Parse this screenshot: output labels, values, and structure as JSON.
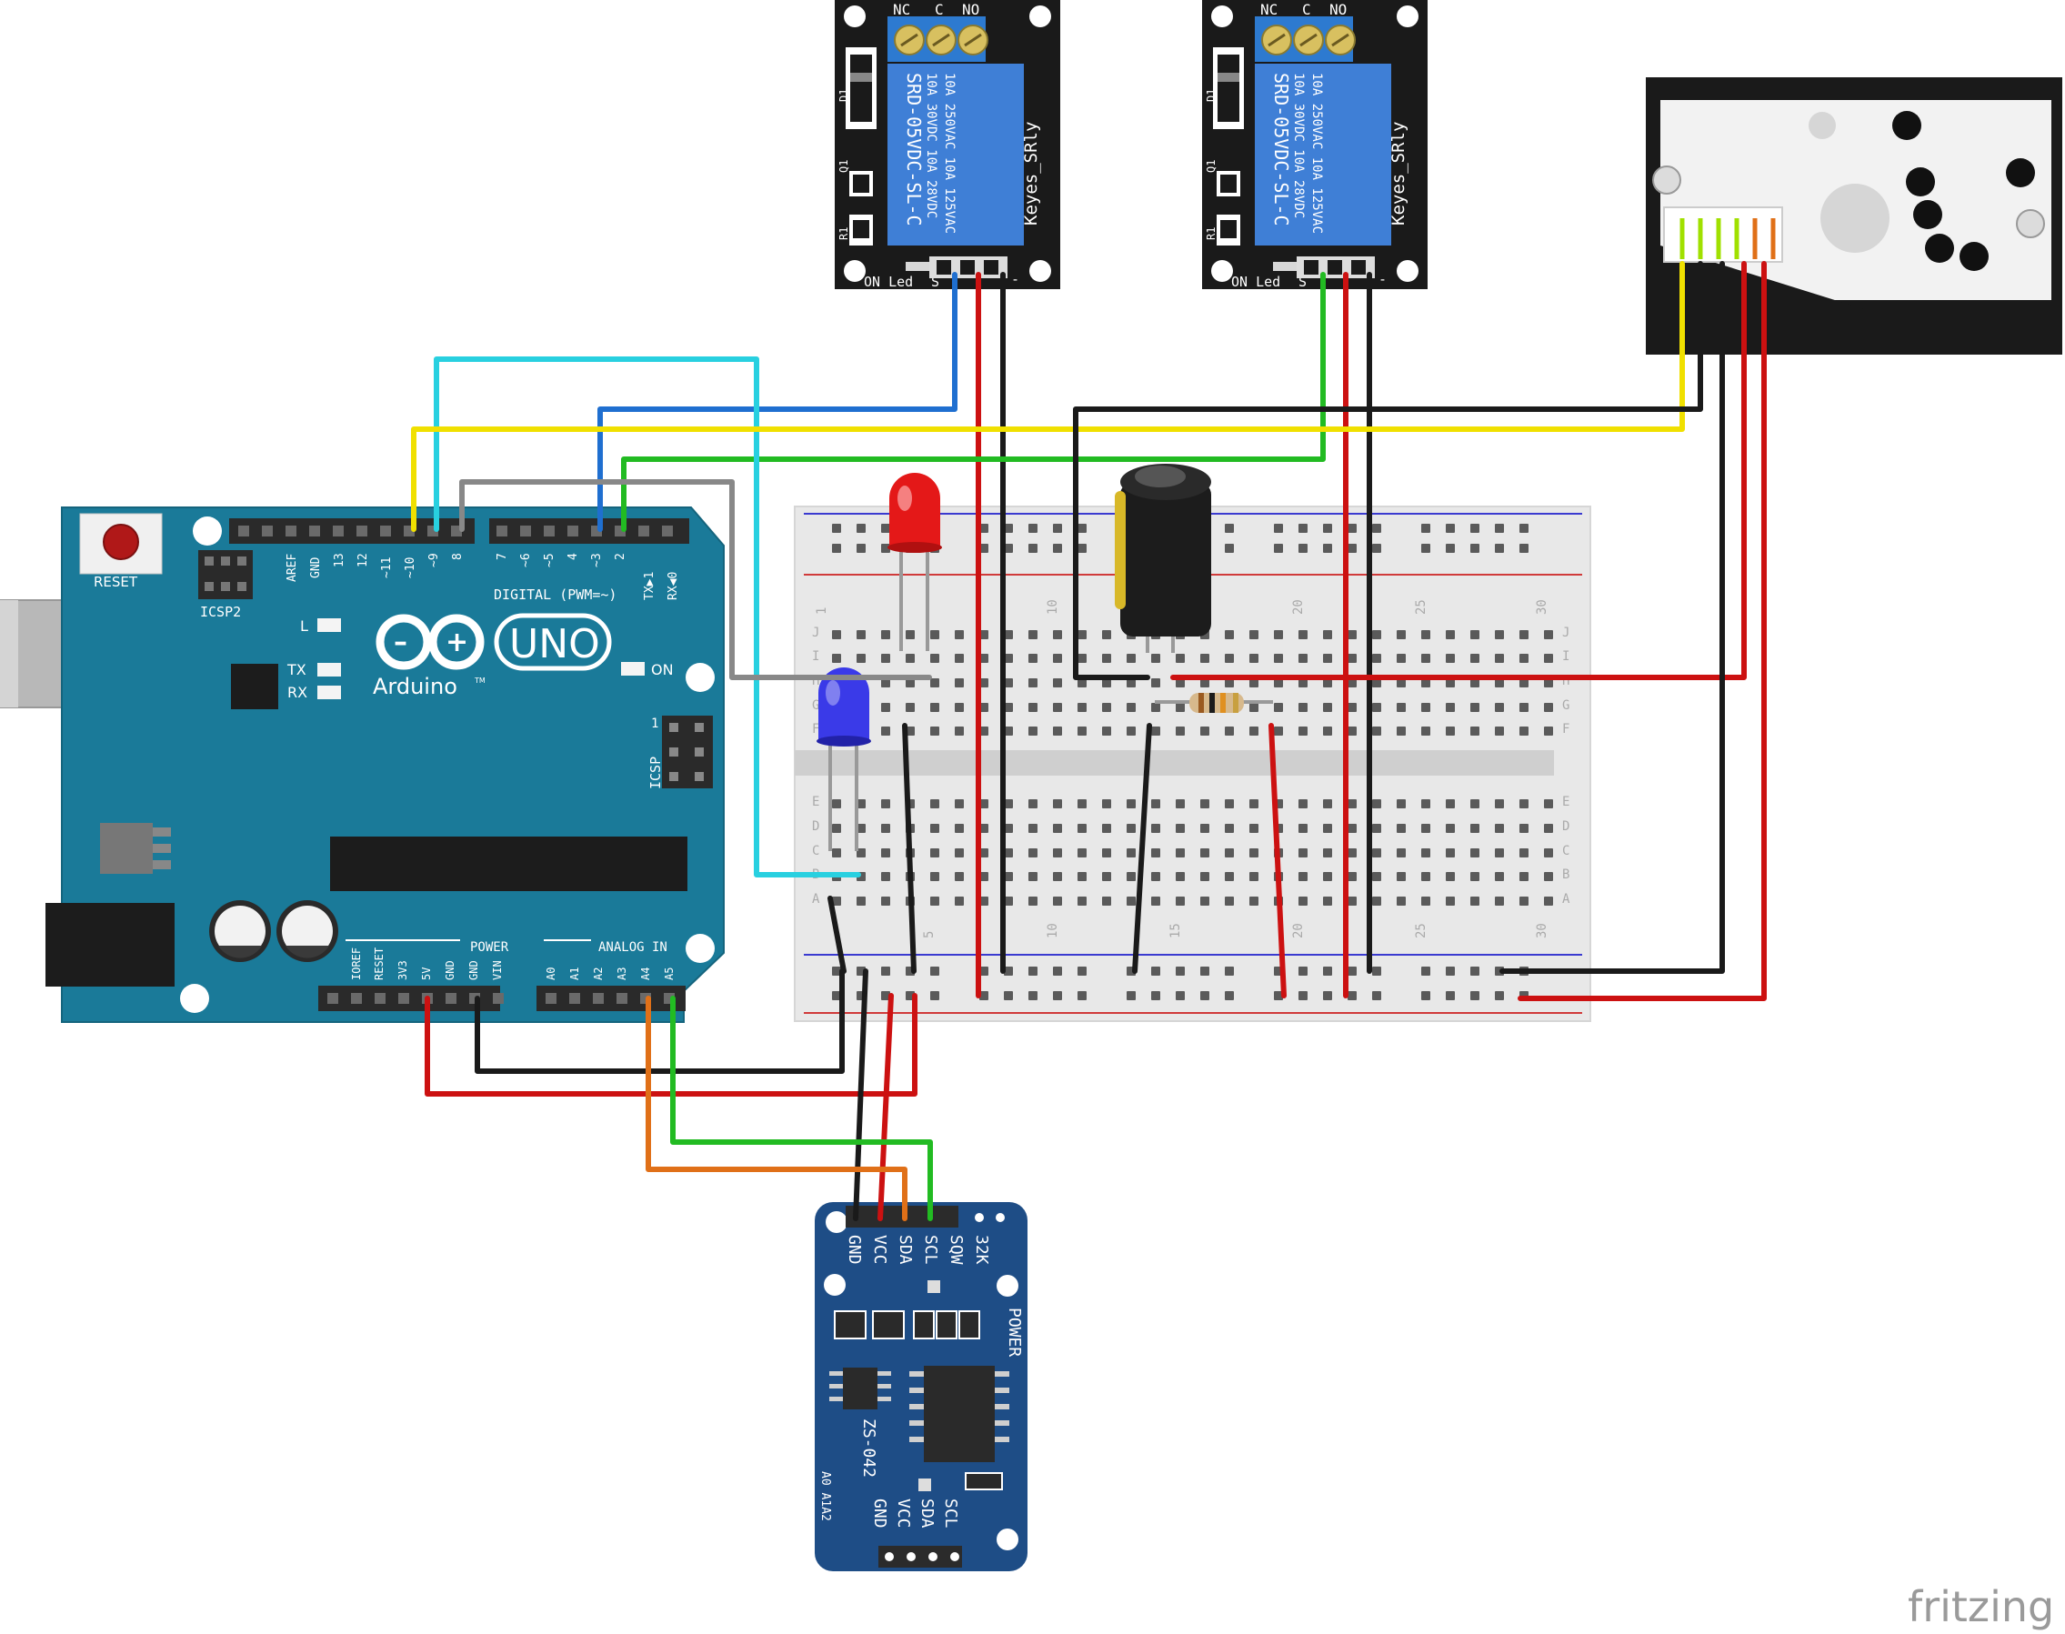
{
  "arduino": {
    "reset_label": "RESET",
    "icsp2_label": "ICSP2",
    "icsp_label": "ICSP",
    "icsp_pin1": "1",
    "aref": "AREF",
    "gnd": "GND",
    "d13": "13",
    "d12": "12",
    "d11": "~11",
    "d10": "~10",
    "d9": "~9",
    "d8": "8",
    "d7": "7",
    "d6": "~6",
    "d5": "~5",
    "d4": "4",
    "d3": "~3",
    "d2": "2",
    "d1": "TX▶1",
    "d0": "RX◀0",
    "digital_label": "DIGITAL (PWM=~)",
    "l_label": "L",
    "tx_label": "TX",
    "rx_label": "RX",
    "on_label": "ON",
    "uno_label": "UNO",
    "brand": "Arduino",
    "tm": "TM",
    "power_label": "POWER",
    "analog_label": "ANALOG IN",
    "ioref": "IOREF",
    "reset_pin": "RESET",
    "v33": "3V3",
    "v5": "5V",
    "gnd1": "GND",
    "gnd2": "GND",
    "vin": "VIN",
    "a0": "A0",
    "a1": "A1",
    "a2": "A2",
    "a3": "A3",
    "a4": "A4",
    "a5": "A5"
  },
  "relay": {
    "nc": "NC",
    "c": "C",
    "no": "NO",
    "model": "SRD-05VDC-SL-C",
    "rating1": "10A 250VAC  10A 125VAC",
    "rating2": "10A 30VDC  10A 28VDC",
    "name": "Keyes_SRly",
    "on_led": "ON_Led",
    "s": "S",
    "minus": "-",
    "d1": "D1",
    "q1": "Q1",
    "r1": "R1"
  },
  "rtc": {
    "top_pins": [
      "GND",
      "VCC",
      "SDA",
      "SCL",
      "SQW",
      "32K"
    ],
    "power": "POWER",
    "model": "ZS-042",
    "bottom_pins": [
      "GND",
      "VCC",
      "SDA",
      "SCL"
    ],
    "addr": "A0 A1A2"
  },
  "breadboard": {
    "col_numbers": [
      "1",
      "5",
      "10",
      "15",
      "20",
      "25",
      "30"
    ],
    "rows_top": [
      "J",
      "I",
      "H",
      "G",
      "F"
    ],
    "rows_bottom": [
      "E",
      "D",
      "C",
      "B",
      "A"
    ]
  },
  "watermark": "fritzing",
  "colors": {
    "arduino_board": "#1a7a99",
    "relay_board": "#1a1a1a",
    "relay_body": "#3f7fd6",
    "rtc_board": "#1e4d86",
    "wire_red": "#cc1111",
    "wire_black": "#1a1a1a",
    "wire_yellow": "#f0e000",
    "wire_green": "#22bb22",
    "wire_blue": "#1f6fd0",
    "wire_cyan": "#28d0e0",
    "wire_gray": "#888888",
    "wire_orange": "#e07018"
  }
}
